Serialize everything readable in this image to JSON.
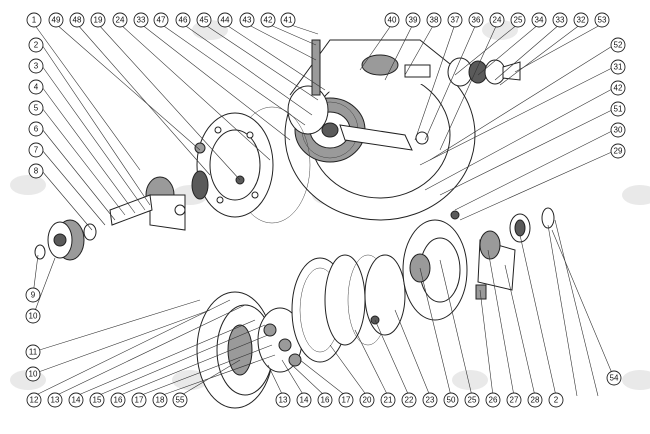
{
  "callouts": {
    "top_row": [
      "1",
      "49",
      "48",
      "19",
      "24",
      "33",
      "47",
      "46",
      "45",
      "44",
      "43",
      "42",
      "41",
      "40",
      "39",
      "38",
      "37",
      "36",
      "24",
      "25",
      "34",
      "33",
      "32",
      "53"
    ],
    "left_column": [
      "2",
      "3",
      "4",
      "5",
      "6",
      "7",
      "8"
    ],
    "left_lower": [
      "9",
      "10"
    ],
    "right_column": [
      "52",
      "31",
      "42",
      "51",
      "30",
      "29"
    ],
    "bottom_row": [
      "12",
      "13",
      "14",
      "15",
      "16",
      "17",
      "18",
      "55",
      "13",
      "14",
      "16",
      "17",
      "20",
      "21",
      "22",
      "23",
      "50",
      "25",
      "26",
      "27",
      "28",
      "2"
    ],
    "bottom_left_extra": [
      "11",
      "10"
    ],
    "right_lower": [
      "54"
    ]
  },
  "colors": {
    "line": "#222222",
    "background": "#ffffff",
    "watermark": "#e9e9e9"
  }
}
